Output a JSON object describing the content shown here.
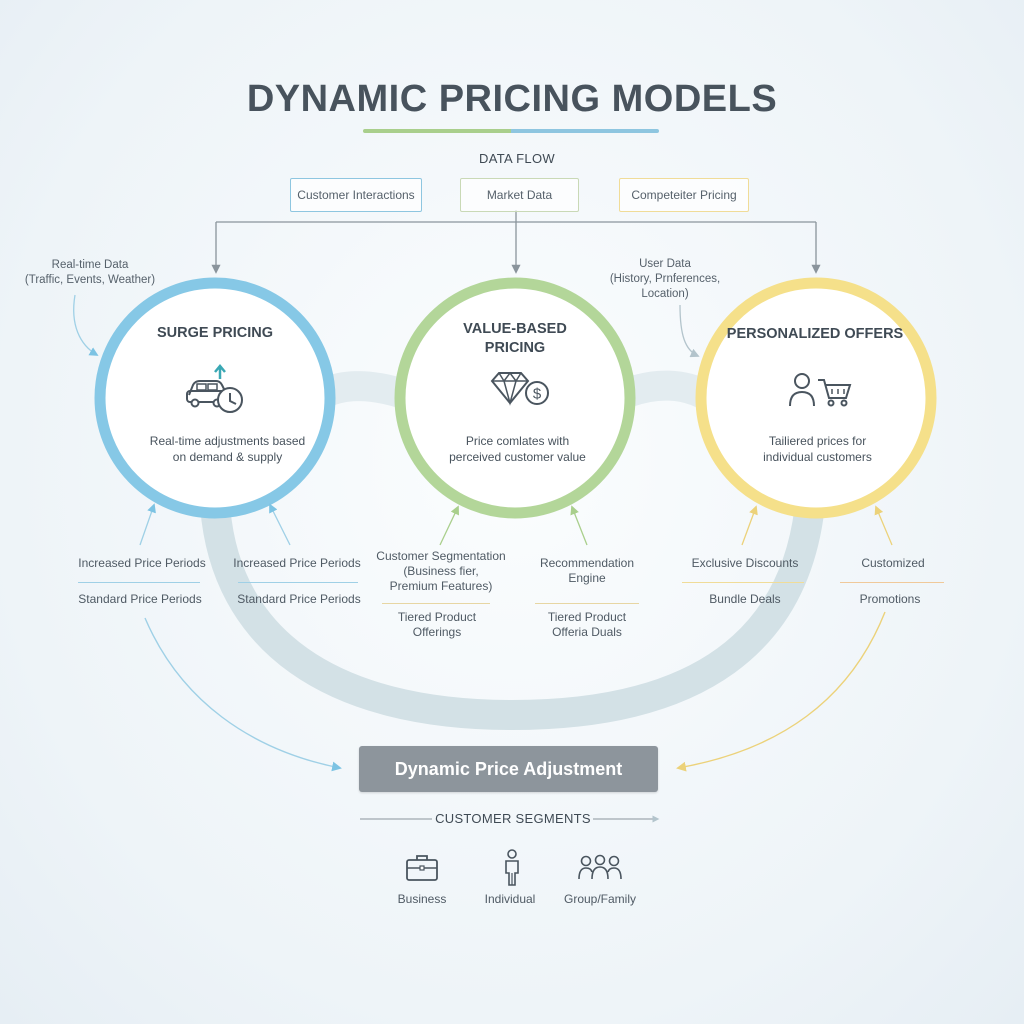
{
  "title": "DYNAMIC PRICING MODELS",
  "data_flow": {
    "label": "DATA FLOW",
    "sources": [
      "Customer Interactions",
      "Market Data",
      "Competeiter Pricing"
    ]
  },
  "side_notes": {
    "left": [
      "Real-time Data",
      "(Traffic, Events, Weather)"
    ],
    "right": [
      "User Data",
      "(History, Prnferences,",
      "Location)"
    ]
  },
  "models": [
    {
      "title": [
        "SURGE PRICING"
      ],
      "icon": "car-clock-icon",
      "description": [
        "Real-time adjustments based",
        "on demand & supply"
      ],
      "color": "#7cc3e3"
    },
    {
      "title": [
        "VALUE-BASED",
        "PRICING"
      ],
      "icon": "diamond-dollar-icon",
      "description": [
        "Price comlates with",
        "perceived customer value"
      ],
      "color": "#a9cf8c"
    },
    {
      "title": [
        "PERSONALIZED OFFERS"
      ],
      "icon": "user-cart-icon",
      "description": [
        "Tailiered prices for",
        "individual customers"
      ],
      "color": "#f3dd7e"
    }
  ],
  "features": {
    "surge_left": [
      "Increased Price Periods",
      "Standard Price Periods"
    ],
    "surge_right": [
      "Increased Price Periods",
      "Standard Price Periods"
    ],
    "value_left": [
      "Customer Segmentation",
      "(Business fier,",
      "Premium Features)"
    ],
    "value_left_bottom": [
      "Tiered Product",
      "Offerings"
    ],
    "value_right": [
      "Recommendation",
      "Engine"
    ],
    "value_right_bottom": [
      "Tiered Product",
      "Offeria Duals"
    ],
    "offers_left": [
      "Exclusive Discounts",
      "Bundle Deals"
    ],
    "offers_right": [
      "Customized",
      "Promotions"
    ]
  },
  "adjustment": "Dynamic Price Adjustment",
  "segments": {
    "label": "CUSTOMER SEGMENTS",
    "items": [
      {
        "label": "Business",
        "icon": "briefcase-icon"
      },
      {
        "label": "Individual",
        "icon": "person-icon"
      },
      {
        "label": "Group/Family",
        "icon": "group-icon"
      }
    ]
  },
  "colors": {
    "blue": "#7cc3e3",
    "green": "#a9cf8c",
    "yellow": "#f3dd7e",
    "grey": "#8d959c",
    "loop": "#d3e1e6"
  }
}
